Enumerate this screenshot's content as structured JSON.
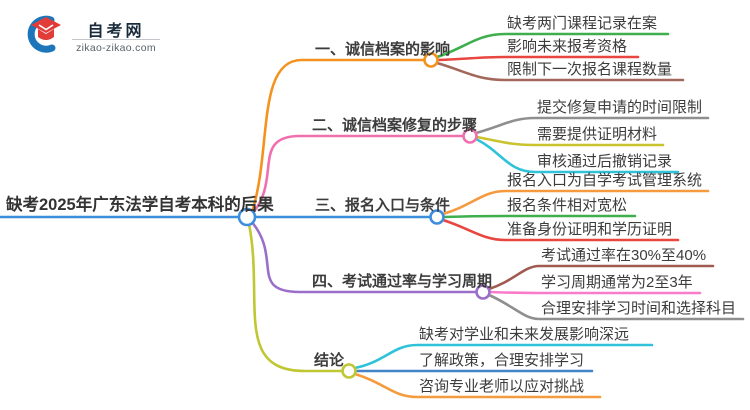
{
  "logo": {
    "title": "自考网",
    "domain": "zikao-zikao.com",
    "icon": "graduation-cap-icon",
    "cap_color": "#e23c38",
    "swirl_color": "#1d76ba"
  },
  "mindmap": {
    "root": {
      "label": "缺考2025年广东法学自考本科的后果",
      "color": "#3e8ede"
    },
    "branches": [
      {
        "label": "一、诚信档案的影响",
        "color": "#f5921e",
        "children": [
          {
            "label": "缺考两门课程记录在案",
            "color": "#3fae4d"
          },
          {
            "label": "影响未来报考资格",
            "color": "#e8463f"
          },
          {
            "label": "限制下一次报名课程数量",
            "color": "#a2685c"
          }
        ]
      },
      {
        "label": "二、诚信档案修复的步骤",
        "color": "#f070ad",
        "children": [
          {
            "label": "提交修复申请的时间限制",
            "color": "#8f8f8f"
          },
          {
            "label": "需要提供证明材料",
            "color": "#c9c32e"
          },
          {
            "label": "审核通过后撤销记录",
            "color": "#2fc2d9"
          }
        ]
      },
      {
        "label": "三、报名入口与条件",
        "color": "#3e8ede",
        "children": [
          {
            "label": "报名入口为自学考试管理系统",
            "color": "#f59a3e"
          },
          {
            "label": "报名条件相对宽松",
            "color": "#3fae4d"
          },
          {
            "label": "准备身份证明和学历证明",
            "color": "#e8463f"
          }
        ]
      },
      {
        "label": "四、考试通过率与学习周期",
        "color": "#9b6fc9",
        "children": [
          {
            "label": "考试通过率在30%至40%",
            "color": "#a05a50"
          },
          {
            "label": "学习周期通常为2至3年",
            "color": "#f97ccb"
          },
          {
            "label": "合理安排学习时间和选择科目",
            "color": "#8f8f8f"
          }
        ]
      },
      {
        "label": "结论",
        "color": "#bfc733",
        "children": [
          {
            "label": "缺考对学业和未来发展影响深远",
            "color": "#2fc2d9"
          },
          {
            "label": "了解政策，合理安排学习",
            "color": "#4384c8"
          },
          {
            "label": "咨询专业老师以应对挑战",
            "color": "#f59a3e"
          }
        ]
      }
    ]
  }
}
